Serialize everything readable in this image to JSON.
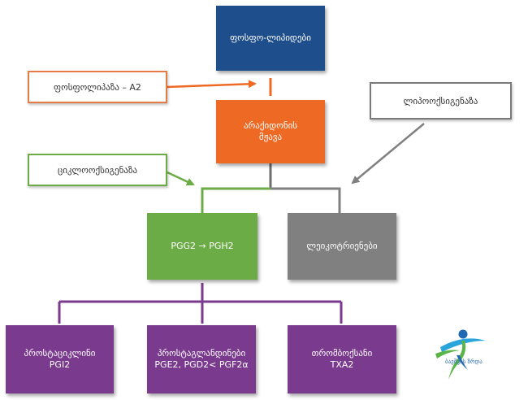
{
  "colors": {
    "blue": "#1f4e8c",
    "orange": "#ee6a24",
    "green": "#6cac46",
    "gray": "#808080",
    "purple": "#7a3a8d",
    "enzyme_orange_border": "#e57b45",
    "enzyme_green_border": "#6cac46",
    "enzyme_gray_border": "#7a7a7a"
  },
  "nodes": {
    "phospholipids": "ფოსფო-ლიპიდები",
    "arachidonic_acid": [
      "არაქიდონის",
      "მჟავა"
    ],
    "pgg2_pgh2": "PGG2 → PGH2",
    "leukotrienes": "ლეიკოტრიენები",
    "prostacyclin": [
      "პროსტაციკლინი",
      "PGI2"
    ],
    "prostaglandins": [
      "პროსტაგლანდინები",
      "PGE2, PGD2< PGF2α"
    ],
    "thromboxane": [
      "თრომბოქსანი",
      "TXA2"
    ]
  },
  "enzymes": {
    "phospholipase": "ფოსფოლიპაზა – A2",
    "lipoxygenase": "ლიპოოქსიგენაზა",
    "cyclooxygenase": "ციკლოოქსიგენაზა"
  },
  "logo": {
    "text": "ბავშვის ზრდა",
    "icon": "running-figure-logo"
  }
}
